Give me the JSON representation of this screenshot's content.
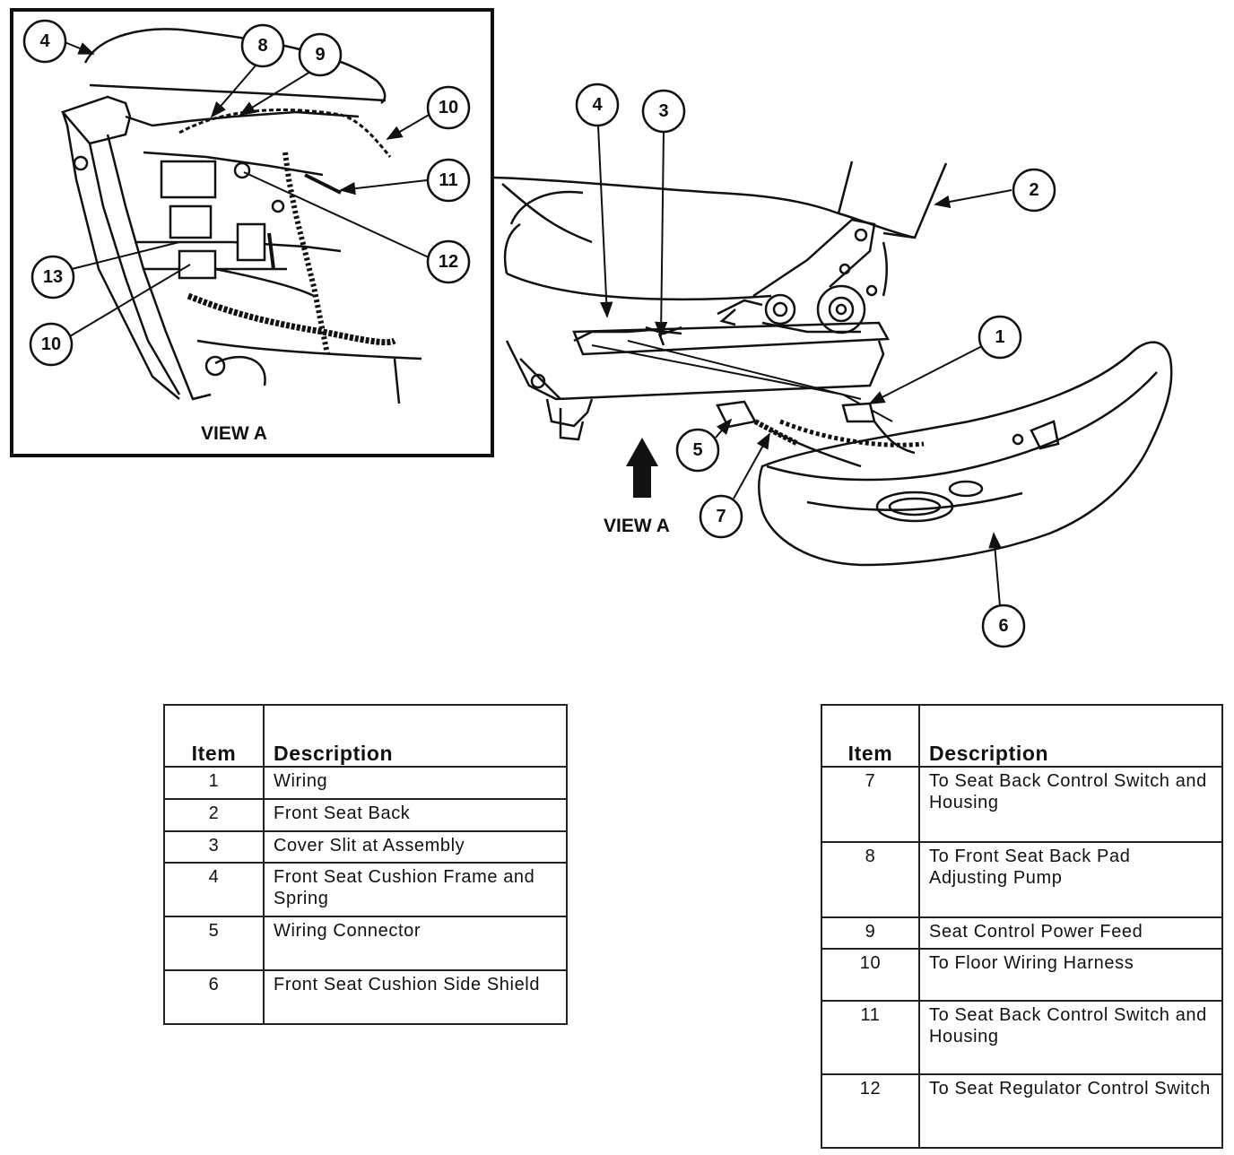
{
  "view_a_inset": {
    "label": "VIEW A",
    "callouts": [
      "4",
      "8",
      "9",
      "10",
      "11",
      "12",
      "13",
      "10"
    ]
  },
  "main_view": {
    "label": "VIEW A",
    "callouts": [
      "4",
      "3",
      "2",
      "1",
      "5",
      "7",
      "6"
    ]
  },
  "legend_left": {
    "header_item": "Item",
    "header_desc": "Description",
    "rows": [
      {
        "item": "1",
        "desc": "Wiring"
      },
      {
        "item": "2",
        "desc": "Front Seat Back"
      },
      {
        "item": "3",
        "desc": "Cover Slit at Assembly"
      },
      {
        "item": "4",
        "desc": "Front Seat Cushion Frame and Spring"
      },
      {
        "item": "5",
        "desc": "Wiring Connector"
      },
      {
        "item": "6",
        "desc": "Front Seat Cushion Side Shield"
      }
    ]
  },
  "legend_right": {
    "header_item": "Item",
    "header_desc": "Description",
    "rows": [
      {
        "item": "7",
        "desc": "To Seat Back Control Switch and Housing"
      },
      {
        "item": "8",
        "desc": "To Front Seat Back Pad Adjusting Pump"
      },
      {
        "item": "9",
        "desc": "Seat Control Power Feed"
      },
      {
        "item": "10",
        "desc": "To Floor Wiring Harness"
      },
      {
        "item": "11",
        "desc": "To Seat Back Control Switch and Housing"
      },
      {
        "item": "12",
        "desc": "To Seat Regulator Control Switch"
      }
    ]
  }
}
